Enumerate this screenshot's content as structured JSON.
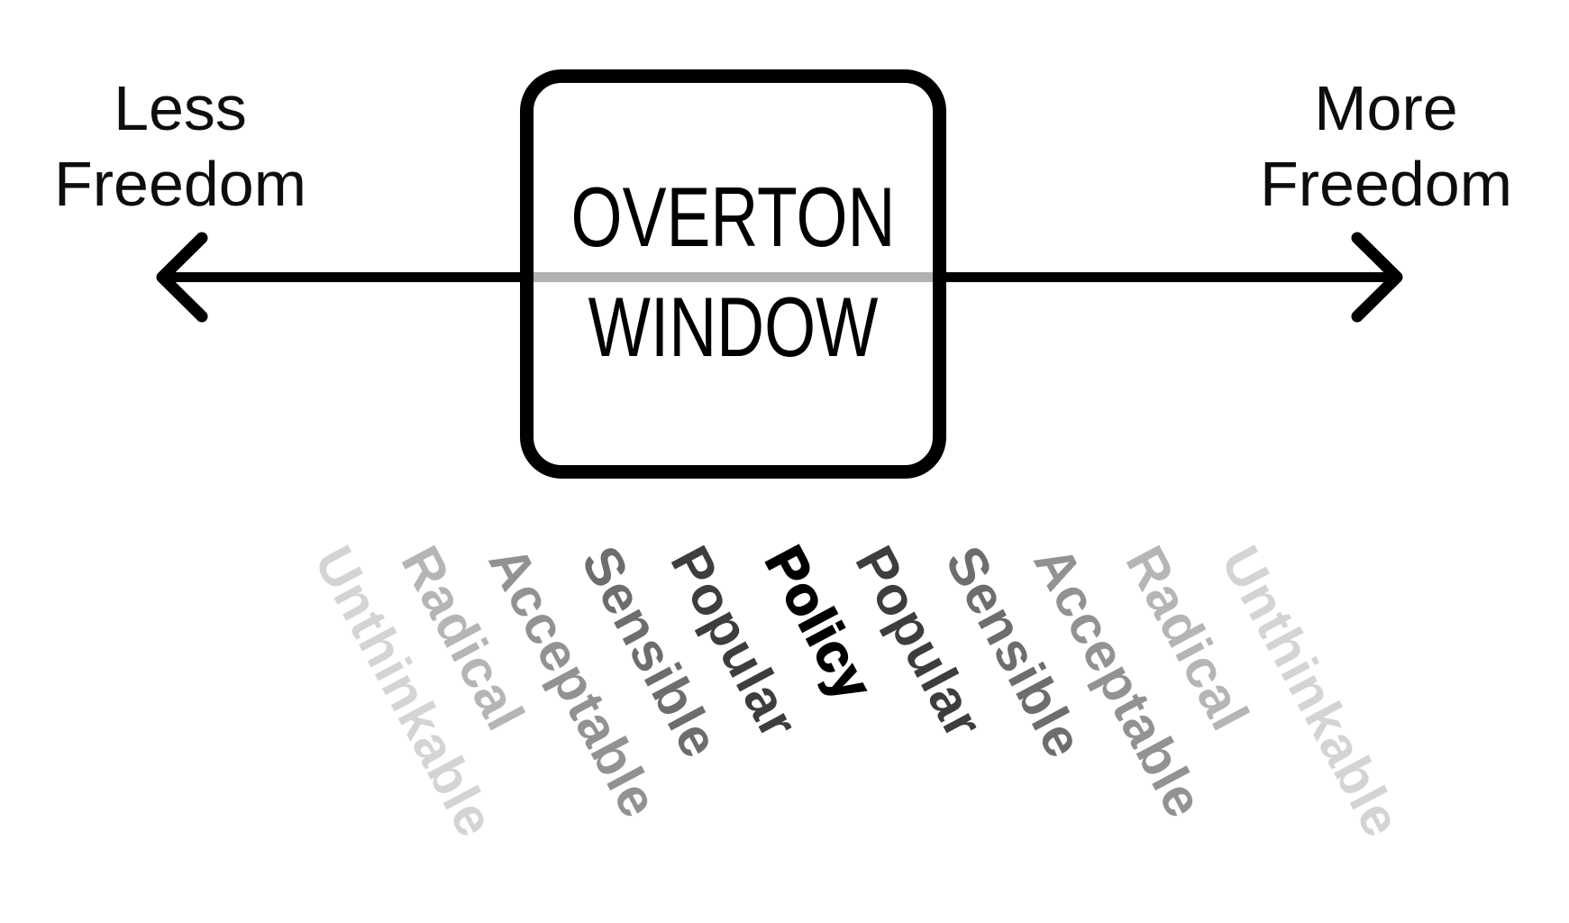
{
  "title": {
    "line1": "OVERTON",
    "line2": "WINDOW"
  },
  "axis": {
    "left_label": {
      "line1": "Less",
      "line2": "Freedom"
    },
    "right_label": {
      "line1": "More",
      "line2": "Freedom"
    },
    "line_color_outside_window": "#000000",
    "line_color_inside_window": "#b1b1b1"
  },
  "spectrum": {
    "rotation_deg": 62,
    "words": [
      {
        "label": "Unthinkable",
        "color": "#d4d4d4"
      },
      {
        "label": "Radical",
        "color": "#b5b5b5"
      },
      {
        "label": "Acceptable",
        "color": "#929292"
      },
      {
        "label": "Sensible",
        "color": "#6d6d6d"
      },
      {
        "label": "Popular",
        "color": "#3d3d3d"
      },
      {
        "label": "Policy",
        "color": "#000000"
      },
      {
        "label": "Popular",
        "color": "#3d3d3d"
      },
      {
        "label": "Sensible",
        "color": "#6d6d6d"
      },
      {
        "label": "Acceptable",
        "color": "#929292"
      },
      {
        "label": "Radical",
        "color": "#b5b5b5"
      },
      {
        "label": "Unthinkable",
        "color": "#d4d4d4"
      }
    ]
  }
}
